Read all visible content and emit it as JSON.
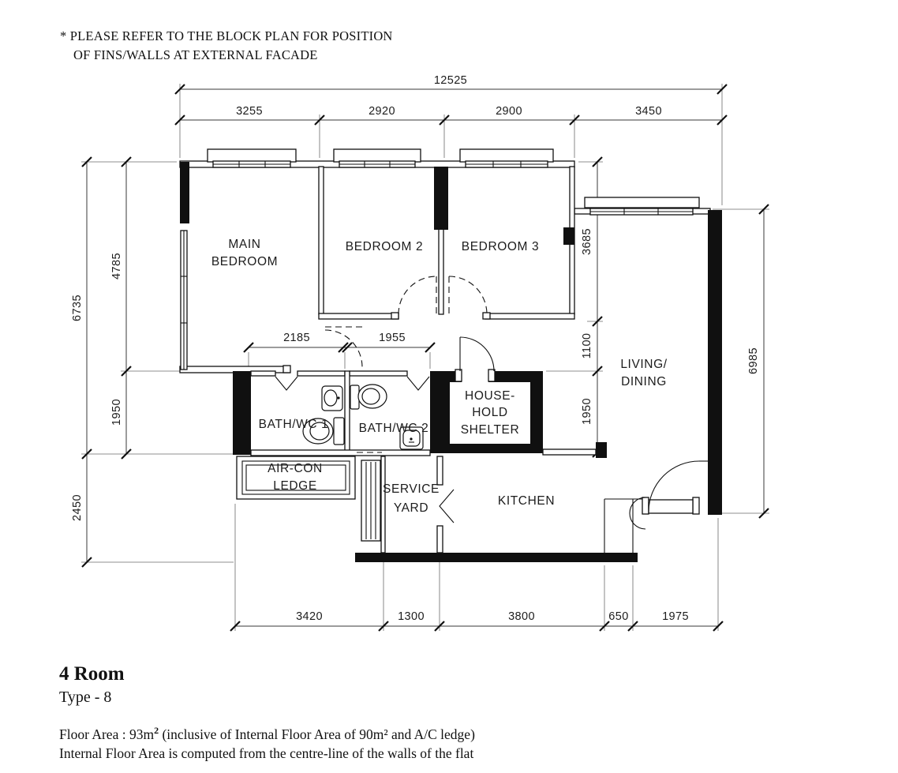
{
  "note": {
    "line1": "* PLEASE REFER TO THE BLOCK PLAN FOR POSITION",
    "line2": "OF FINS/WALLS AT EXTERNAL FACADE"
  },
  "plan": {
    "rooms": {
      "main_bedroom": [
        "MAIN",
        "BEDROOM"
      ],
      "bedroom2": "BEDROOM 2",
      "bedroom3": "BEDROOM 3",
      "living": [
        "LIVING/",
        "DINING"
      ],
      "bath1": "BATH/WC 1",
      "bath2": "BATH/WC 2",
      "shelter": [
        "HOUSE-",
        "HOLD",
        "SHELTER"
      ],
      "aircon": [
        "AIR-CON",
        "LEDGE"
      ],
      "service_yard": [
        "SERVICE",
        "YARD"
      ],
      "kitchen": "KITCHEN"
    },
    "dims": {
      "top_total": "12525",
      "top": [
        "3255",
        "2920",
        "2900",
        "3450"
      ],
      "left_outer": [
        "6735",
        "2450"
      ],
      "left_inner": [
        "4785",
        "1950"
      ],
      "right_inner": [
        "3685",
        "1100",
        "1950"
      ],
      "right_outer": "6985",
      "mid": [
        "2185",
        "1955"
      ],
      "bottom": [
        "3420",
        "1300",
        "3800",
        "650",
        "1975"
      ]
    }
  },
  "footer": {
    "title": "4 Room",
    "subtitle": "Type - 8",
    "area_pre": "Floor Area : 93m",
    "area_sup": "2",
    "area_post": " (inclusive of Internal Floor Area of 90m² and A/C ledge)",
    "area_line2": "Internal Floor Area is computed from the centre-line of the walls of the flat"
  }
}
